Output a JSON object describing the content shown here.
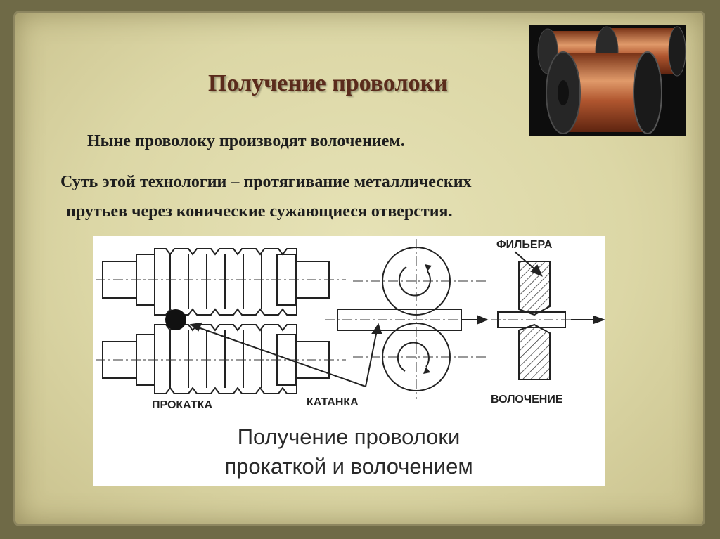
{
  "slide": {
    "title": "Получение проволоки",
    "paragraph1": "Ныне проволоку производят волочением.",
    "paragraph2_line1": "Суть этой технологии – протягивание металлических",
    "paragraph2_line2": "прутьев через конические сужающиеся отверстия."
  },
  "diagram": {
    "label_rolling": "ПРОКАТКА",
    "label_rod": "КАТАНКА",
    "label_drawing": "ВОЛОЧЕНИЕ",
    "label_die": "ФИЛЬЕРА",
    "caption_line1": "Получение проволоки",
    "caption_line2": "прокаткой и волочением"
  },
  "colors": {
    "title": "#5a2b1c",
    "text": "#1e1e1e",
    "copper": "#b0562f"
  },
  "icons": [
    "copper-wire-spools-photo"
  ]
}
